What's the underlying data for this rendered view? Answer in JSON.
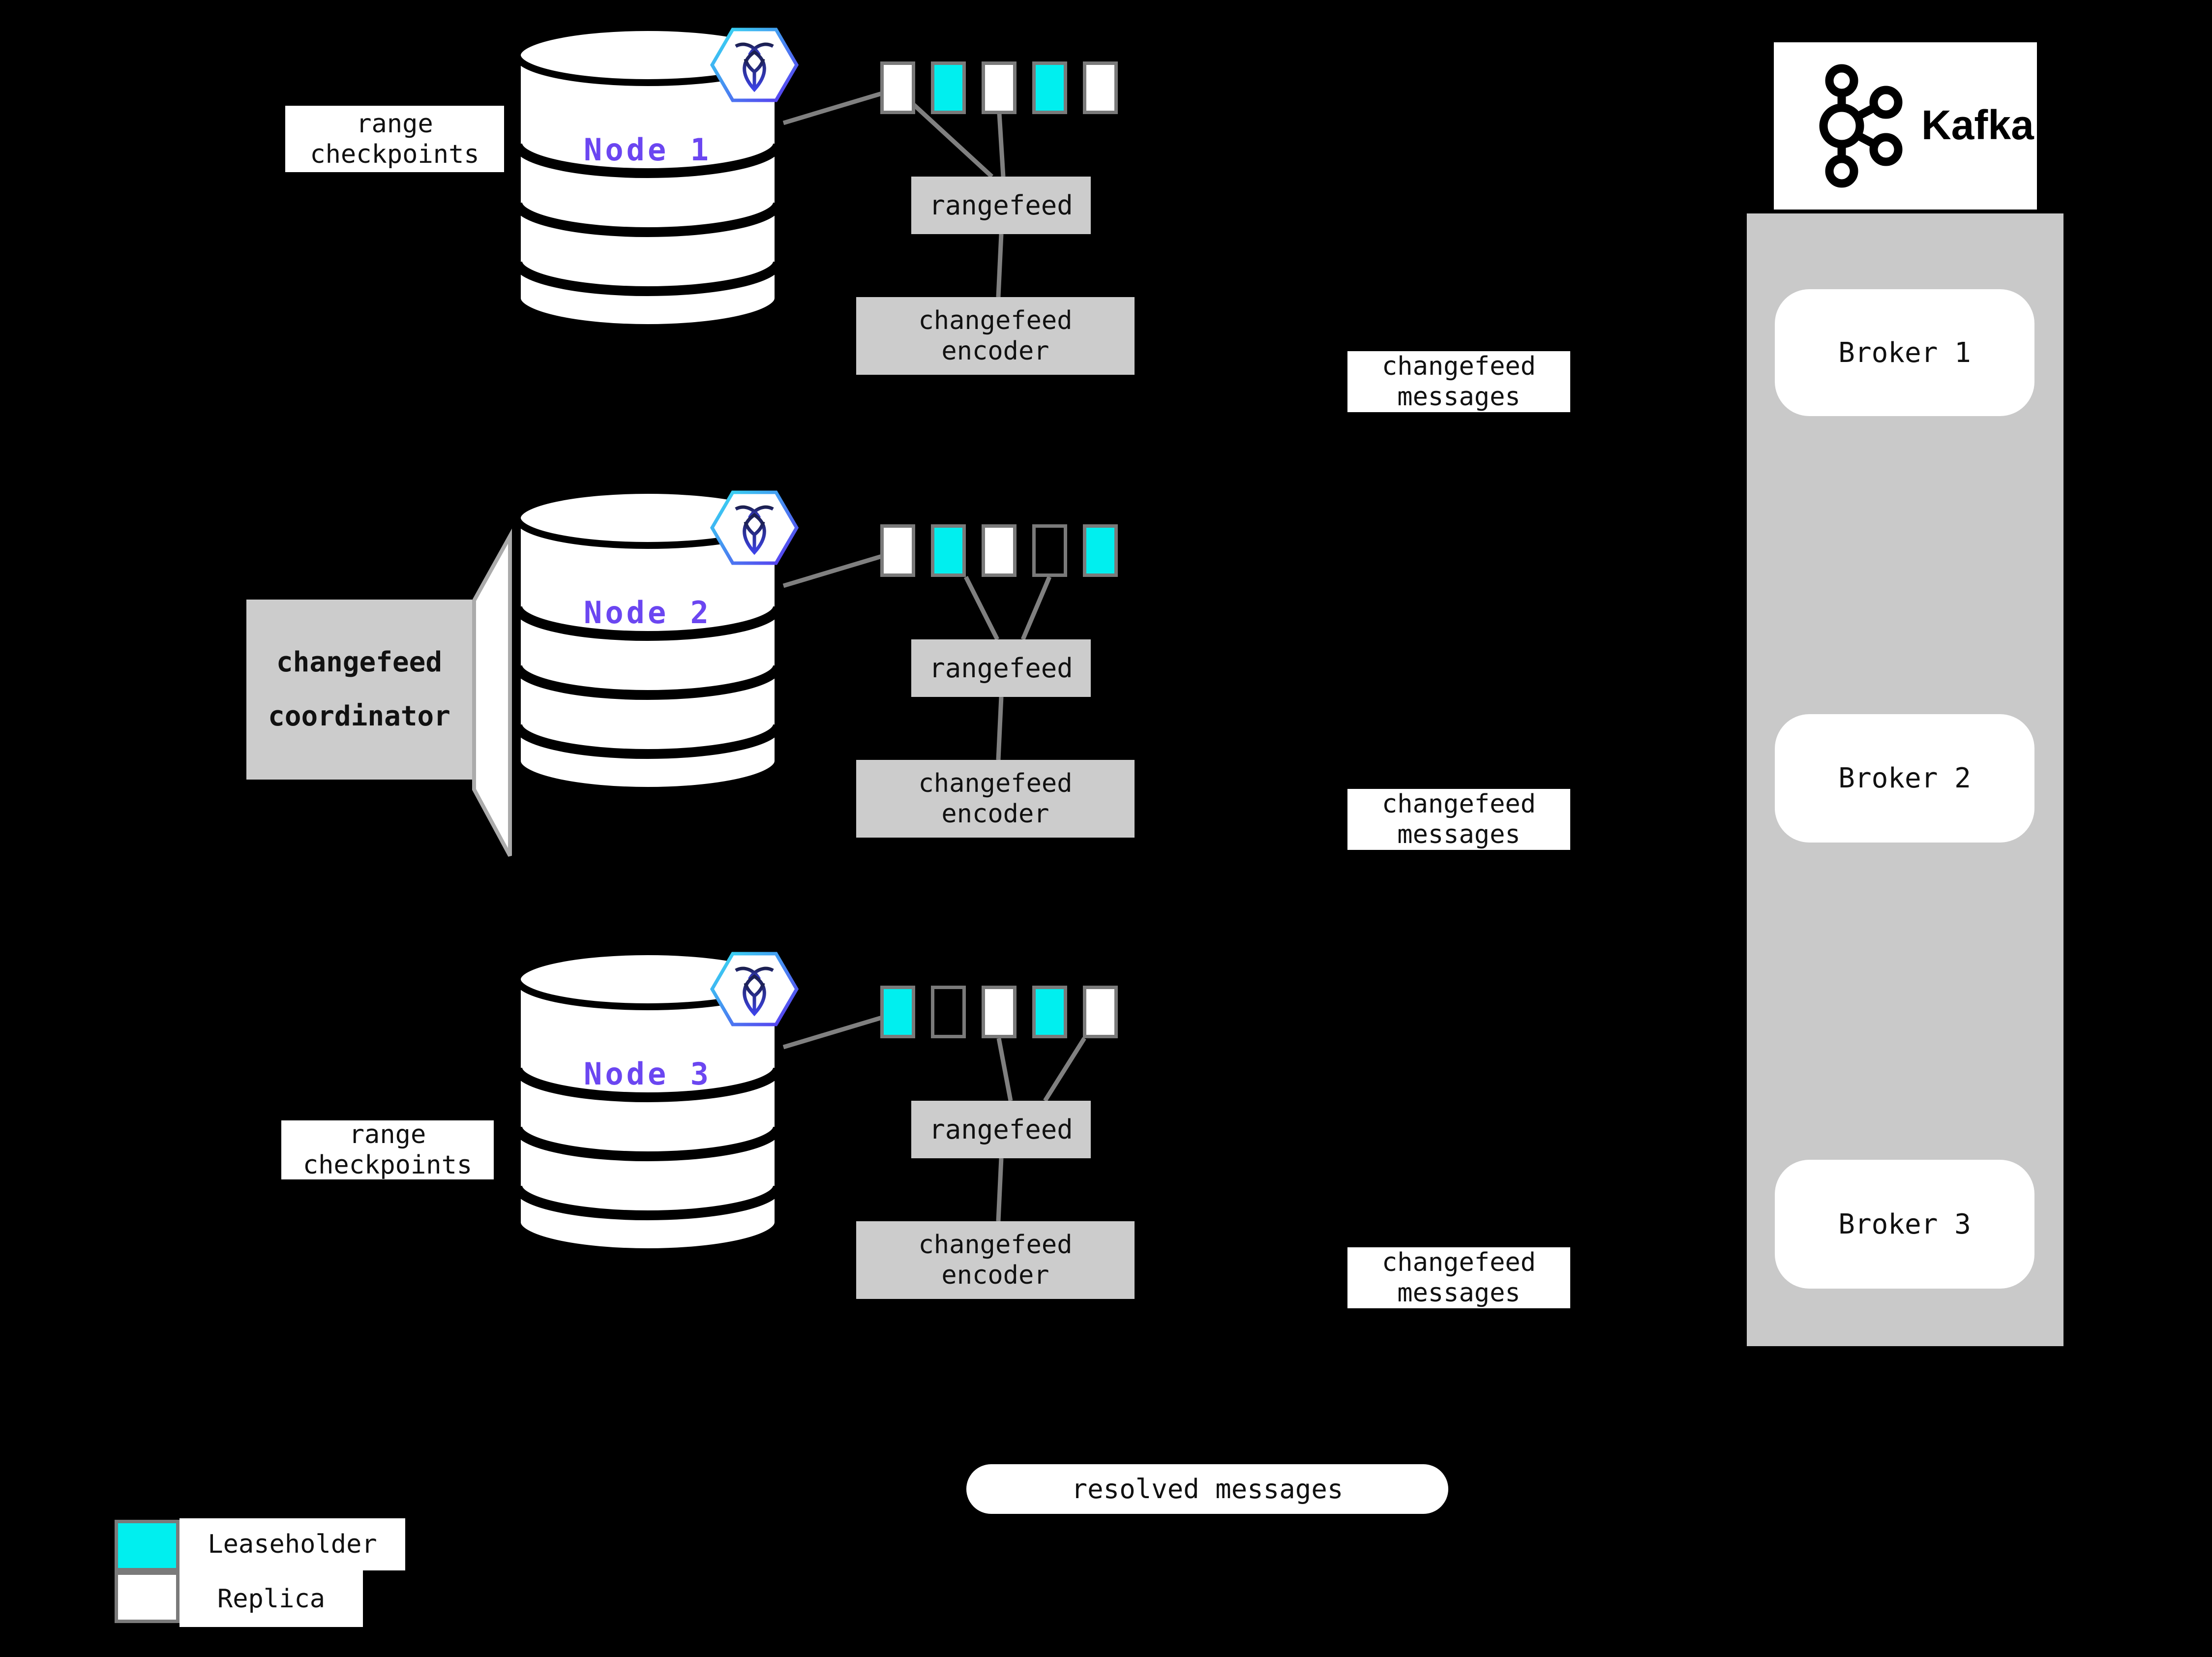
{
  "colors": {
    "leaseholder": "#00EFEF",
    "replica": "#FFFFFF",
    "node_label": "#6B46F1",
    "box_gray": "#CCCCCC",
    "container_gray": "#C9C9C9",
    "line_gray": "#808080",
    "range_border": "#7A7A7A",
    "background": "#000000",
    "text": "#111111"
  },
  "labels": {
    "range_checkpoints": "range\ncheckpoints"
  },
  "coordinator": {
    "label": "changefeed\ncoordinator"
  },
  "messages": {
    "label": "changefeed\nmessages"
  },
  "resolved": {
    "label": "resolved messages"
  },
  "nodes": [
    {
      "label": "Node 1",
      "rangefeed": "rangefeed",
      "encoder": "changefeed\nencoder",
      "ranges": [
        "replica",
        "leaseholder",
        "replica",
        "leaseholder",
        "replica"
      ]
    },
    {
      "label": "Node 2",
      "rangefeed": "rangefeed",
      "encoder": "changefeed\nencoder",
      "ranges": [
        "replica",
        "leaseholder",
        "replica",
        "empty",
        "leaseholder"
      ]
    },
    {
      "label": "Node 3",
      "rangefeed": "rangefeed",
      "encoder": "changefeed\nencoder",
      "ranges": [
        "leaseholder",
        "empty",
        "replica",
        "leaseholder",
        "replica"
      ]
    }
  ],
  "kafka": {
    "title": "Kafka",
    "brokers": [
      "Broker 1",
      "Broker 2",
      "Broker 3"
    ]
  },
  "legend": {
    "items": [
      {
        "type": "leaseholder",
        "label": "Leaseholder"
      },
      {
        "type": "replica",
        "label": "Replica"
      }
    ]
  }
}
